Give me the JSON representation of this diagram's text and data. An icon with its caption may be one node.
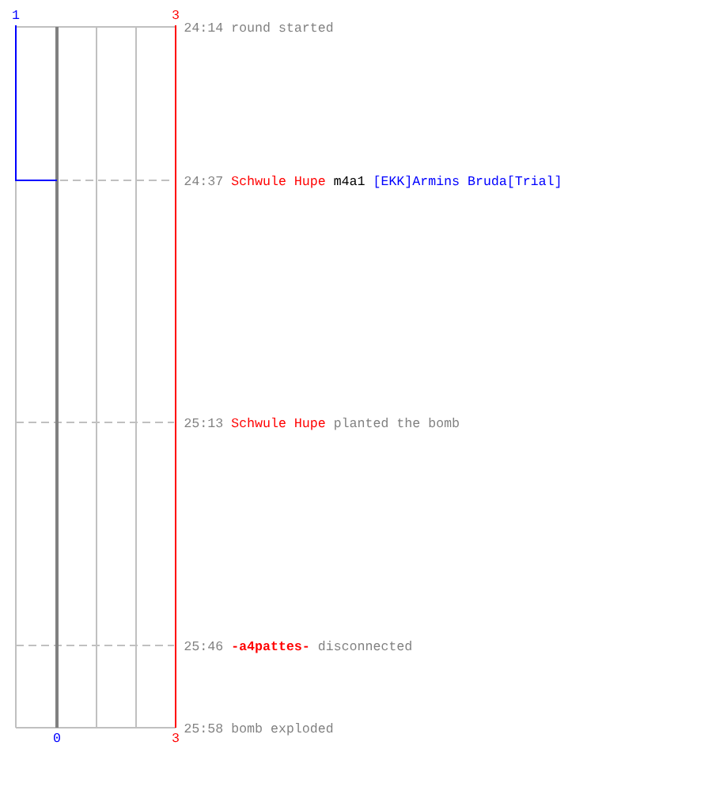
{
  "diagram": {
    "labels": [
      "1",
      "3",
      "24:14",
      "round started",
      "24:37",
      "Schwule Hupe",
      "m4a1",
      "[EKK]Armins Bruda[Trial]",
      "25:13",
      "Schwule Hupe",
      "planted the bomb",
      "25:46",
      "-a4pattes-",
      "disconnected",
      "0",
      "3",
      "25:58",
      "bomb exploded"
    ]
  }
}
